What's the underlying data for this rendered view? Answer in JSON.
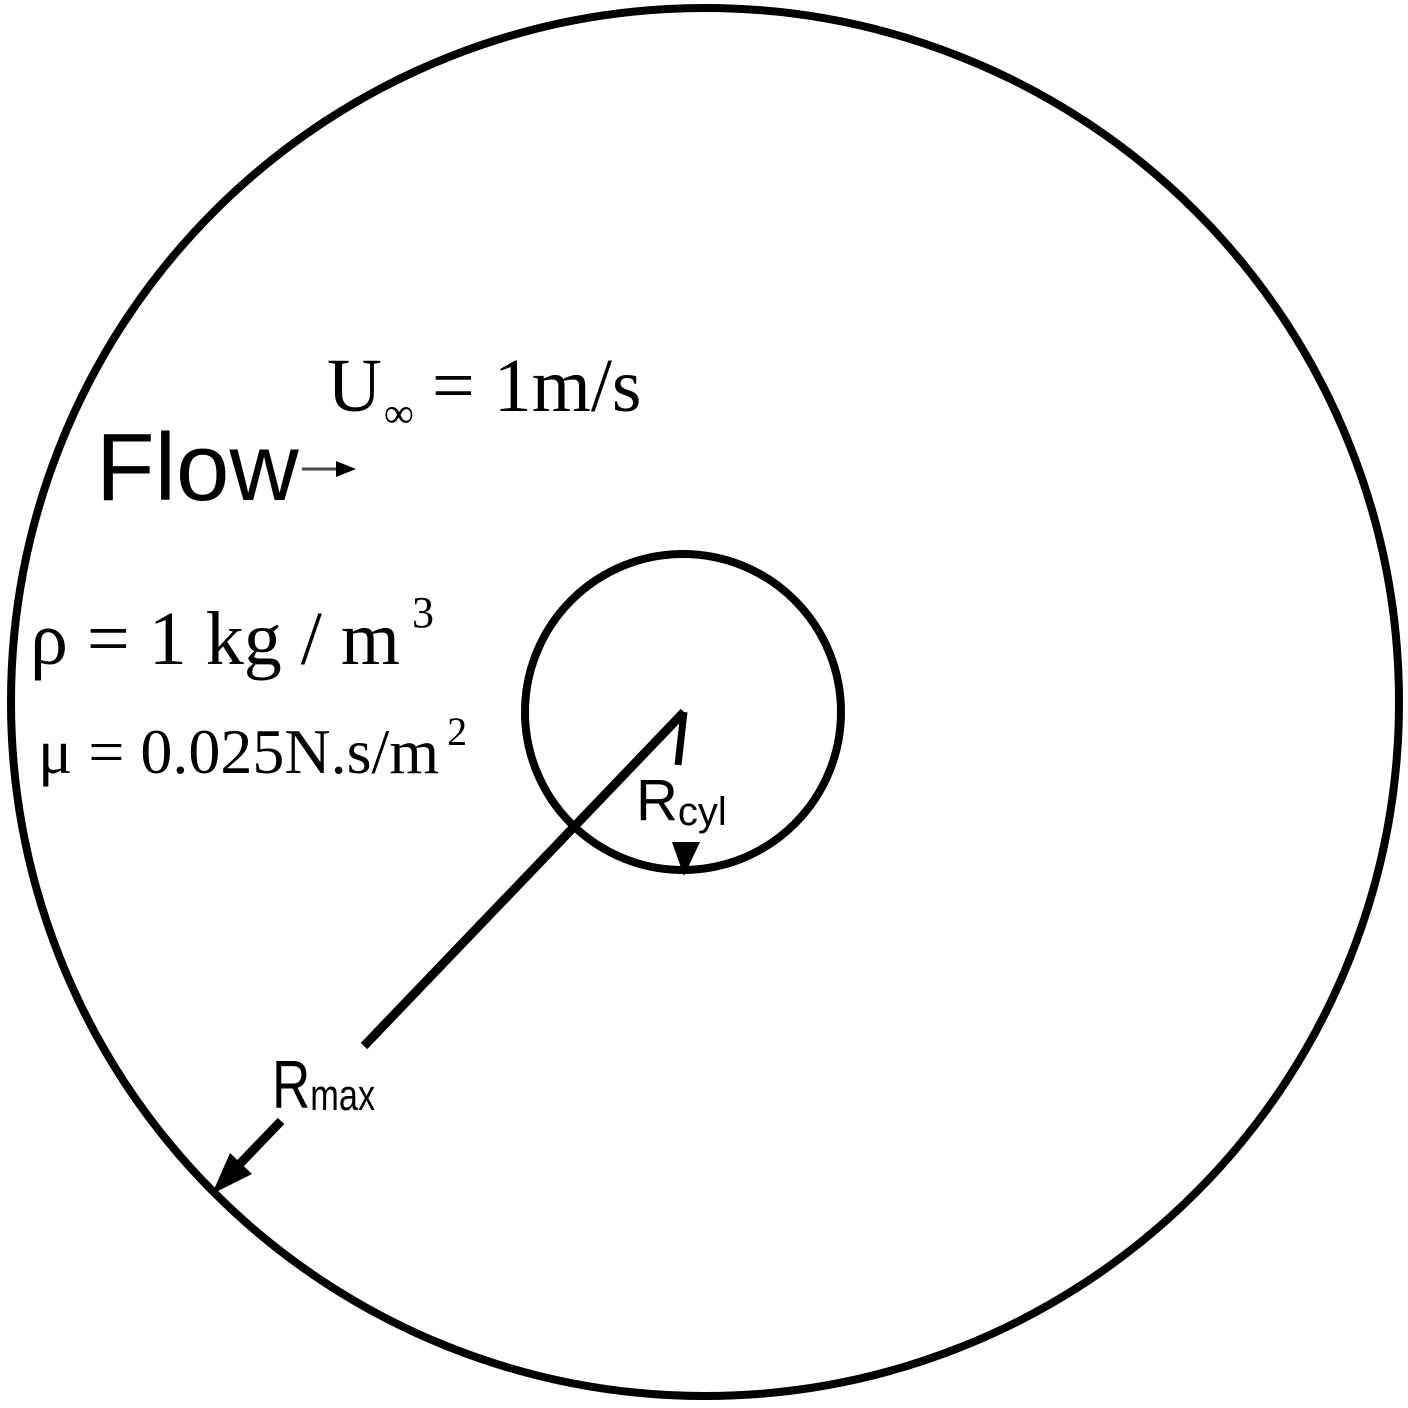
{
  "diagram": {
    "description": "Schematic of uniform flow past a circular cylinder inside a circular far-field domain",
    "labels": {
      "flow": "Flow",
      "free_stream_velocity": {
        "symbol": "U",
        "subscript": "∞",
        "value": "= 1m/s"
      },
      "density": {
        "expression": "ρ = 1 kg / m",
        "superscript": "3"
      },
      "viscosity": {
        "expression": "μ = 0.025N.s/m",
        "superscript": "2"
      },
      "cylinder_radius": {
        "symbol": "R",
        "subscript": "cyl"
      },
      "domain_radius": {
        "symbol": "R",
        "subscript": "max"
      }
    },
    "colors": {
      "line": "#000000",
      "background": "#ffffff",
      "flow_arrow_shaft": "#4a4a4a",
      "arrowhead_fill": "#000000"
    }
  }
}
